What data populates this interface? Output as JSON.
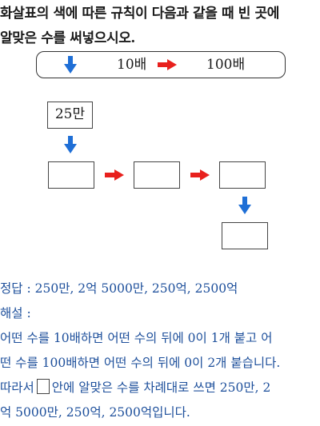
{
  "question": {
    "line1": "화살표의 색에 따른 규칙이 다음과 같을 때 빈 곳에",
    "line2": "알맞은 수를 써넣으시오."
  },
  "rule": {
    "blue_label": "10배",
    "red_label": "100배"
  },
  "diagram": {
    "start_value": "25만"
  },
  "colors": {
    "blue_arrow": "#1f6fd6",
    "red_arrow": "#e8201d",
    "answer_text": "#1d4f9b"
  },
  "icons": {
    "blue": "down-arrow",
    "red": "right-arrow"
  },
  "answer": {
    "label": "정답 : ",
    "values": "250만, 2억 5000만, 250억, 2500억"
  },
  "explanation": {
    "label": "해설 :",
    "line1": "어떤 수를 10배하면 어떤 수의 뒤에 0이 1개 붙고 어",
    "line2": "떤 수를 100배하면 어떤 수의 뒤에 0이 2개 붙습니다.",
    "line3_before": "따라서",
    "line3_after": "안에 알맞은 수를 차례대로 쓰면 250만, 2",
    "line4": "억 5000만, 250억, 2500억입니다."
  }
}
